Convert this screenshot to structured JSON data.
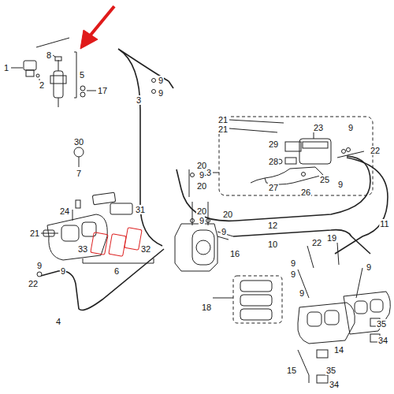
{
  "diagram": {
    "labels": [
      "1",
      "2",
      "8",
      "5",
      "17",
      "3",
      "9",
      "9",
      "21",
      "21",
      "23",
      "29",
      "9",
      "22",
      "13",
      "28",
      "25",
      "27",
      "9",
      "26",
      "30",
      "7",
      "20",
      "9",
      "20",
      "31",
      "24",
      "21",
      "20",
      "9",
      "20",
      "9",
      "33",
      "32",
      "6",
      "16",
      "12",
      "11",
      "10",
      "22",
      "19",
      "9",
      "22",
      "9",
      "4",
      "9",
      "9",
      "9",
      "9",
      "18",
      "14",
      "35",
      "35",
      "34",
      "15",
      "34"
    ]
  }
}
